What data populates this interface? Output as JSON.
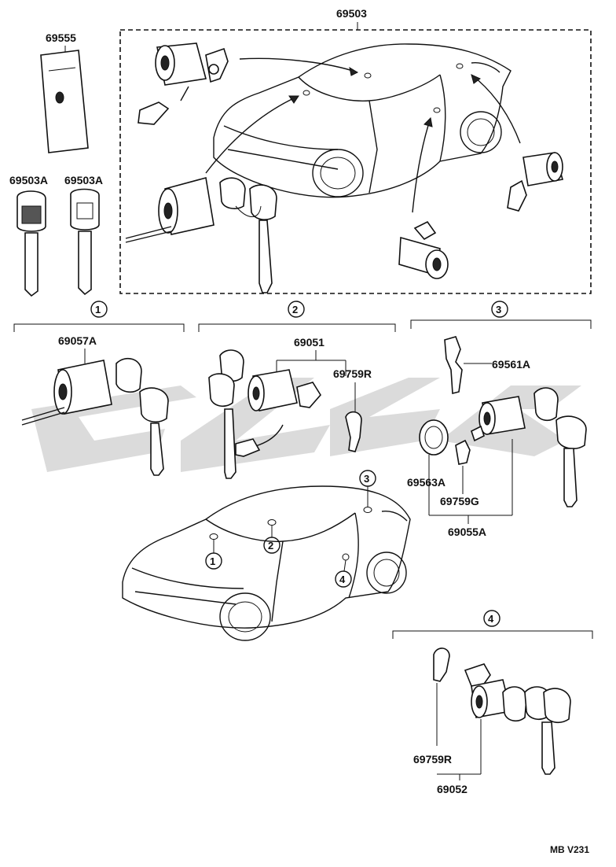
{
  "assembly": {
    "part_no": "69503"
  },
  "labels": {
    "p69555": "69555",
    "p69503A_1": "69503A",
    "p69503A_2": "69503A",
    "p69057A": "69057A",
    "p69051": "69051",
    "p69759R_a": "69759R",
    "p69561A": "69561A",
    "p69563A": "69563A",
    "p69759G": "69759G",
    "p69055A": "69055A",
    "p69759R_b": "69759R",
    "p69052": "69052"
  },
  "group_markers": {
    "g1": "1",
    "g2": "2",
    "g3": "3",
    "g4": "4"
  },
  "car_markers": {
    "m1": "1",
    "m2": "2",
    "m3": "3",
    "m4": "4"
  },
  "footer": {
    "code": "MB V231"
  }
}
